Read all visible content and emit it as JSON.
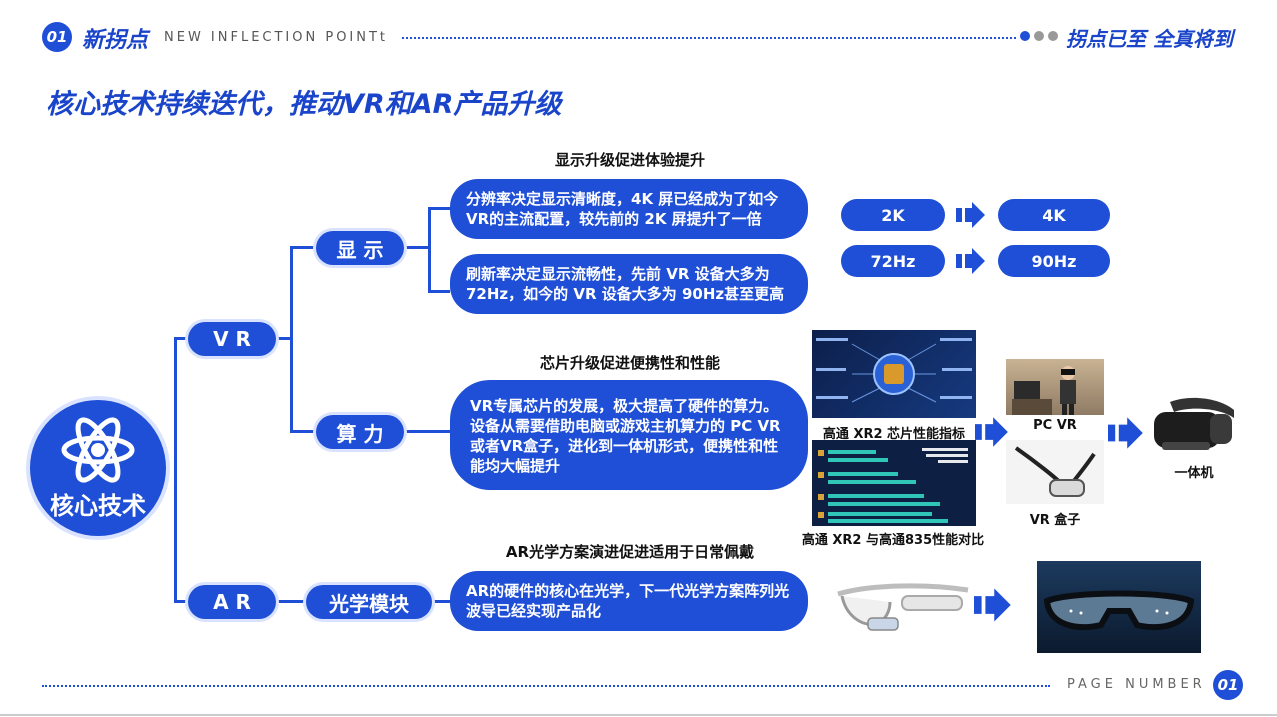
{
  "header": {
    "number": "01",
    "title": "新拐点",
    "subtitle": "NEW INFLECTION POINTt",
    "right_text": "拐点已至 全真将到"
  },
  "main_title": "核心技术持续迭代，推动VR和AR产品升级",
  "core": {
    "label": "核心技术"
  },
  "branches": {
    "vr": "V R",
    "ar": "A R",
    "display": "显 示",
    "compute": "算 力",
    "optics": "光学模块"
  },
  "sections": {
    "display_heading": "显示升级促进体验提升",
    "display_text_1": "分辨率决定显示清晰度，4K 屏已经成为了如今VR的主流配置，较先前的 2K 屏提升了一倍",
    "display_text_2": "刷新率决定显示流畅性，先前 VR 设备大多为72Hz，如今的 VR 设备大多为 90Hz甚至更高",
    "chip_heading": "芯片升级促进便携性和性能",
    "chip_text": "VR专属芯片的发展，极大提高了硬件的算力。设备从需要借助电脑或游戏主机算力的 PC VR或者VR盒子，进化到一体机形式，便携性和性能均大幅提升",
    "ar_heading": "AR光学方案演进促进适用于日常佩戴",
    "ar_text": "AR的硬件的核心在光学，下一代光学方案阵列光波导已经实现产品化"
  },
  "spec_pills": {
    "res_from": "2K",
    "res_to": "4K",
    "hz_from": "72Hz",
    "hz_to": "90Hz"
  },
  "captions": {
    "xr2_chip": "高通 XR2 芯片性能指标",
    "xr2_compare": "高通 XR2 与高通835性能对比",
    "pc_vr": "PC VR",
    "vr_box": "VR 盒子",
    "all_in_one": "一体机"
  },
  "footer": {
    "page_label": "PAGE NUMBER",
    "page_number": "01"
  },
  "colors": {
    "primary": "#1f4fd6",
    "title": "#1a44c9"
  }
}
